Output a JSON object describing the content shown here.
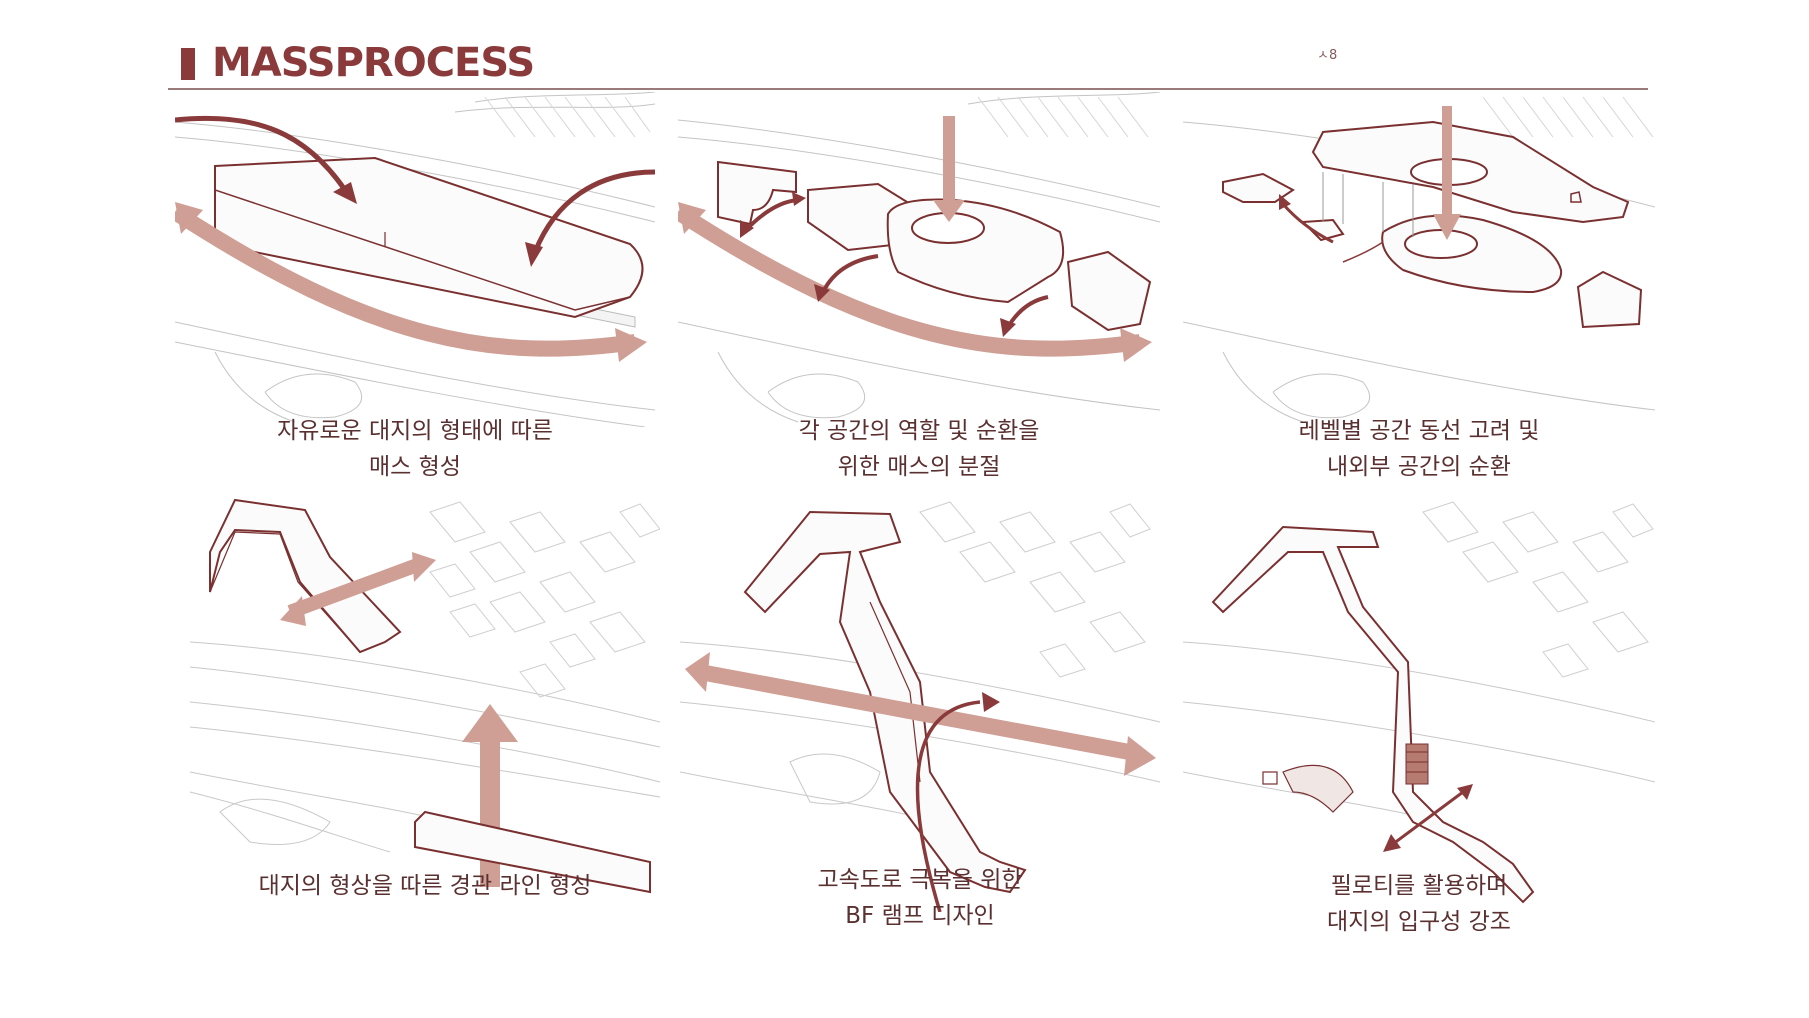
{
  "title": "MASSPROCESS",
  "corner_mark": "ㅅ8",
  "colors": {
    "accent": "#8a3a3a",
    "arrow_soft": "#cf9e94",
    "arrow_dark": "#8a3a3a",
    "line": "#b8b8b8"
  },
  "steps": [
    {
      "line1": "자유로운 대지의 형태에 따른",
      "line2": "매스 형성"
    },
    {
      "line1": "각 공간의 역할 및 순환을",
      "line2": "위한  매스의 분절"
    },
    {
      "line1": "레벨별 공간 동선 고려 및",
      "line2": "내외부 공간의 순환"
    },
    {
      "line1": "대지의 형상을 따른 경관 라인 형성",
      "line2": ""
    },
    {
      "line1": "고속도로 극복을 위한",
      "line2": "BF 램프 디자인"
    },
    {
      "line1": "필로티를 활용하며",
      "line2": "대지의 입구성 강조"
    }
  ]
}
